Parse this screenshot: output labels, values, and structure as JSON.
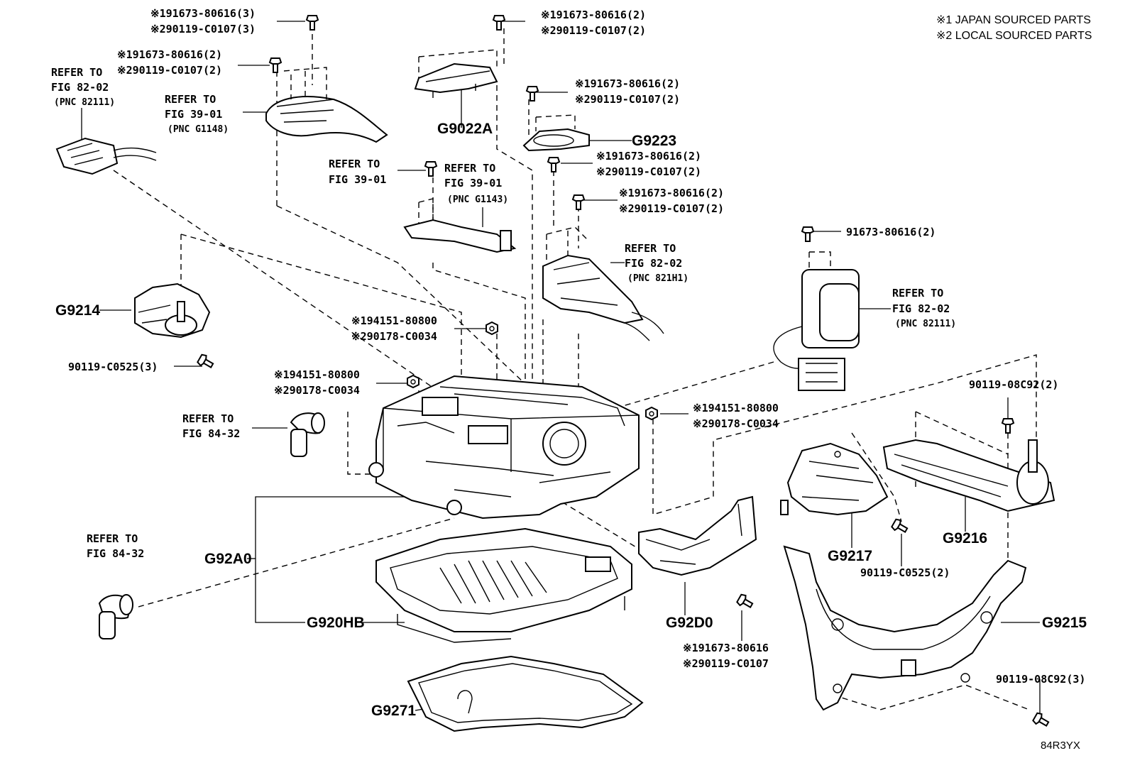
{
  "legend": {
    "line1": "※1 JAPAN SOURCED PARTS",
    "line2": "※2 LOCAL SOURCED PARTS"
  },
  "drawing_code": "84R3YX",
  "parts": {
    "g9022a": "G9022A",
    "g9223": "G9223",
    "g9214": "G9214",
    "g92a0": "G92A0",
    "g920hb": "G920HB",
    "g9271": "G9271",
    "g92d0": "G92D0",
    "g9217": "G9217",
    "g9216": "G9216",
    "g9215": "G9215"
  },
  "bolts": {
    "b1_l1": "※191673-80616(3)",
    "b1_l2": "※290119-C0107(3)",
    "b2_l1": "※191673-80616(2)",
    "b2_l2": "※290119-C0107(2)",
    "b3_l1": "※191673-80616(2)",
    "b3_l2": "※290119-C0107(2)",
    "b4_l1": "※191673-80616(2)",
    "b4_l2": "※290119-C0107(2)",
    "b5_l1": "※191673-80616(2)",
    "b5_l2": "※290119-C0107(2)",
    "b6_l1": "※191673-80616(2)",
    "b6_l2": "※290119-C0107(2)",
    "b7": "91673-80616(2)",
    "b8": "90119-C0525(3)",
    "b9_l1": "※194151-80800",
    "b9_l2": "※290178-C0034",
    "b10_l1": "※194151-80800",
    "b10_l2": "※290178-C0034",
    "b11_l1": "※194151-80800",
    "b11_l2": "※290178-C0034",
    "b12": "90119-08C92(2)",
    "b13": "90119-C0525(2)",
    "b14_l1": "※191673-80616",
    "b14_l2": "※290119-C0107",
    "b15": "90119-08C92(3)"
  },
  "refs": {
    "r1_l1": "REFER TO",
    "r1_l2": "FIG 82-02",
    "r1_l3": "(PNC 82111)",
    "r2_l1": "REFER TO",
    "r2_l2": "FIG 39-01",
    "r2_l3": "(PNC G1148)",
    "r3_l1": "REFER TO",
    "r3_l2": "FIG 39-01",
    "r4_l1": "REFER TO",
    "r4_l2": "FIG 39-01",
    "r4_l3": "(PNC G1143)",
    "r5_l1": "REFER TO",
    "r5_l2": "FIG 82-02",
    "r5_l3": "(PNC 821H1)",
    "r6_l1": "REFER TO",
    "r6_l2": "FIG 82-02",
    "r6_l3": "(PNC 82111)",
    "r7_l1": "REFER TO",
    "r7_l2": "FIG 84-32",
    "r8_l1": "REFER TO",
    "r8_l2": "FIG 84-32"
  }
}
